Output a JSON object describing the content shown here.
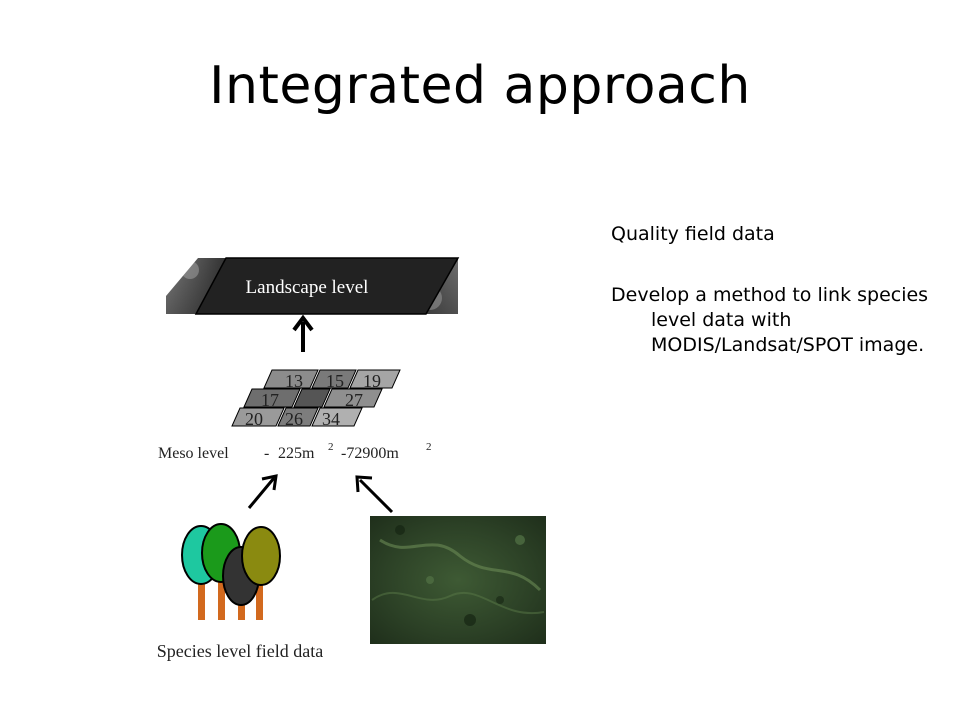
{
  "slide": {
    "title": "Integrated approach"
  },
  "bullets": [
    "Quality field data",
    "Develop a method to link species level data with MODIS/Landsat/SPOT image."
  ],
  "diagram": {
    "landscape_label": "Landscape level",
    "grid_cells": {
      "row1": [
        "13",
        "15",
        "19"
      ],
      "row2": [
        "17",
        "27"
      ],
      "row3": [
        "20",
        "26",
        "34"
      ]
    },
    "meso": {
      "label": "Meso level",
      "sep": "-",
      "min_value": "225m",
      "max_value": "-72900m",
      "exponent": "2"
    },
    "species_label": "Species level field data",
    "tree_colors": [
      "#1ec8a0",
      "#1b9a1b",
      "#333333",
      "#8a8a10"
    ],
    "trunk_color": "#d2691e"
  }
}
